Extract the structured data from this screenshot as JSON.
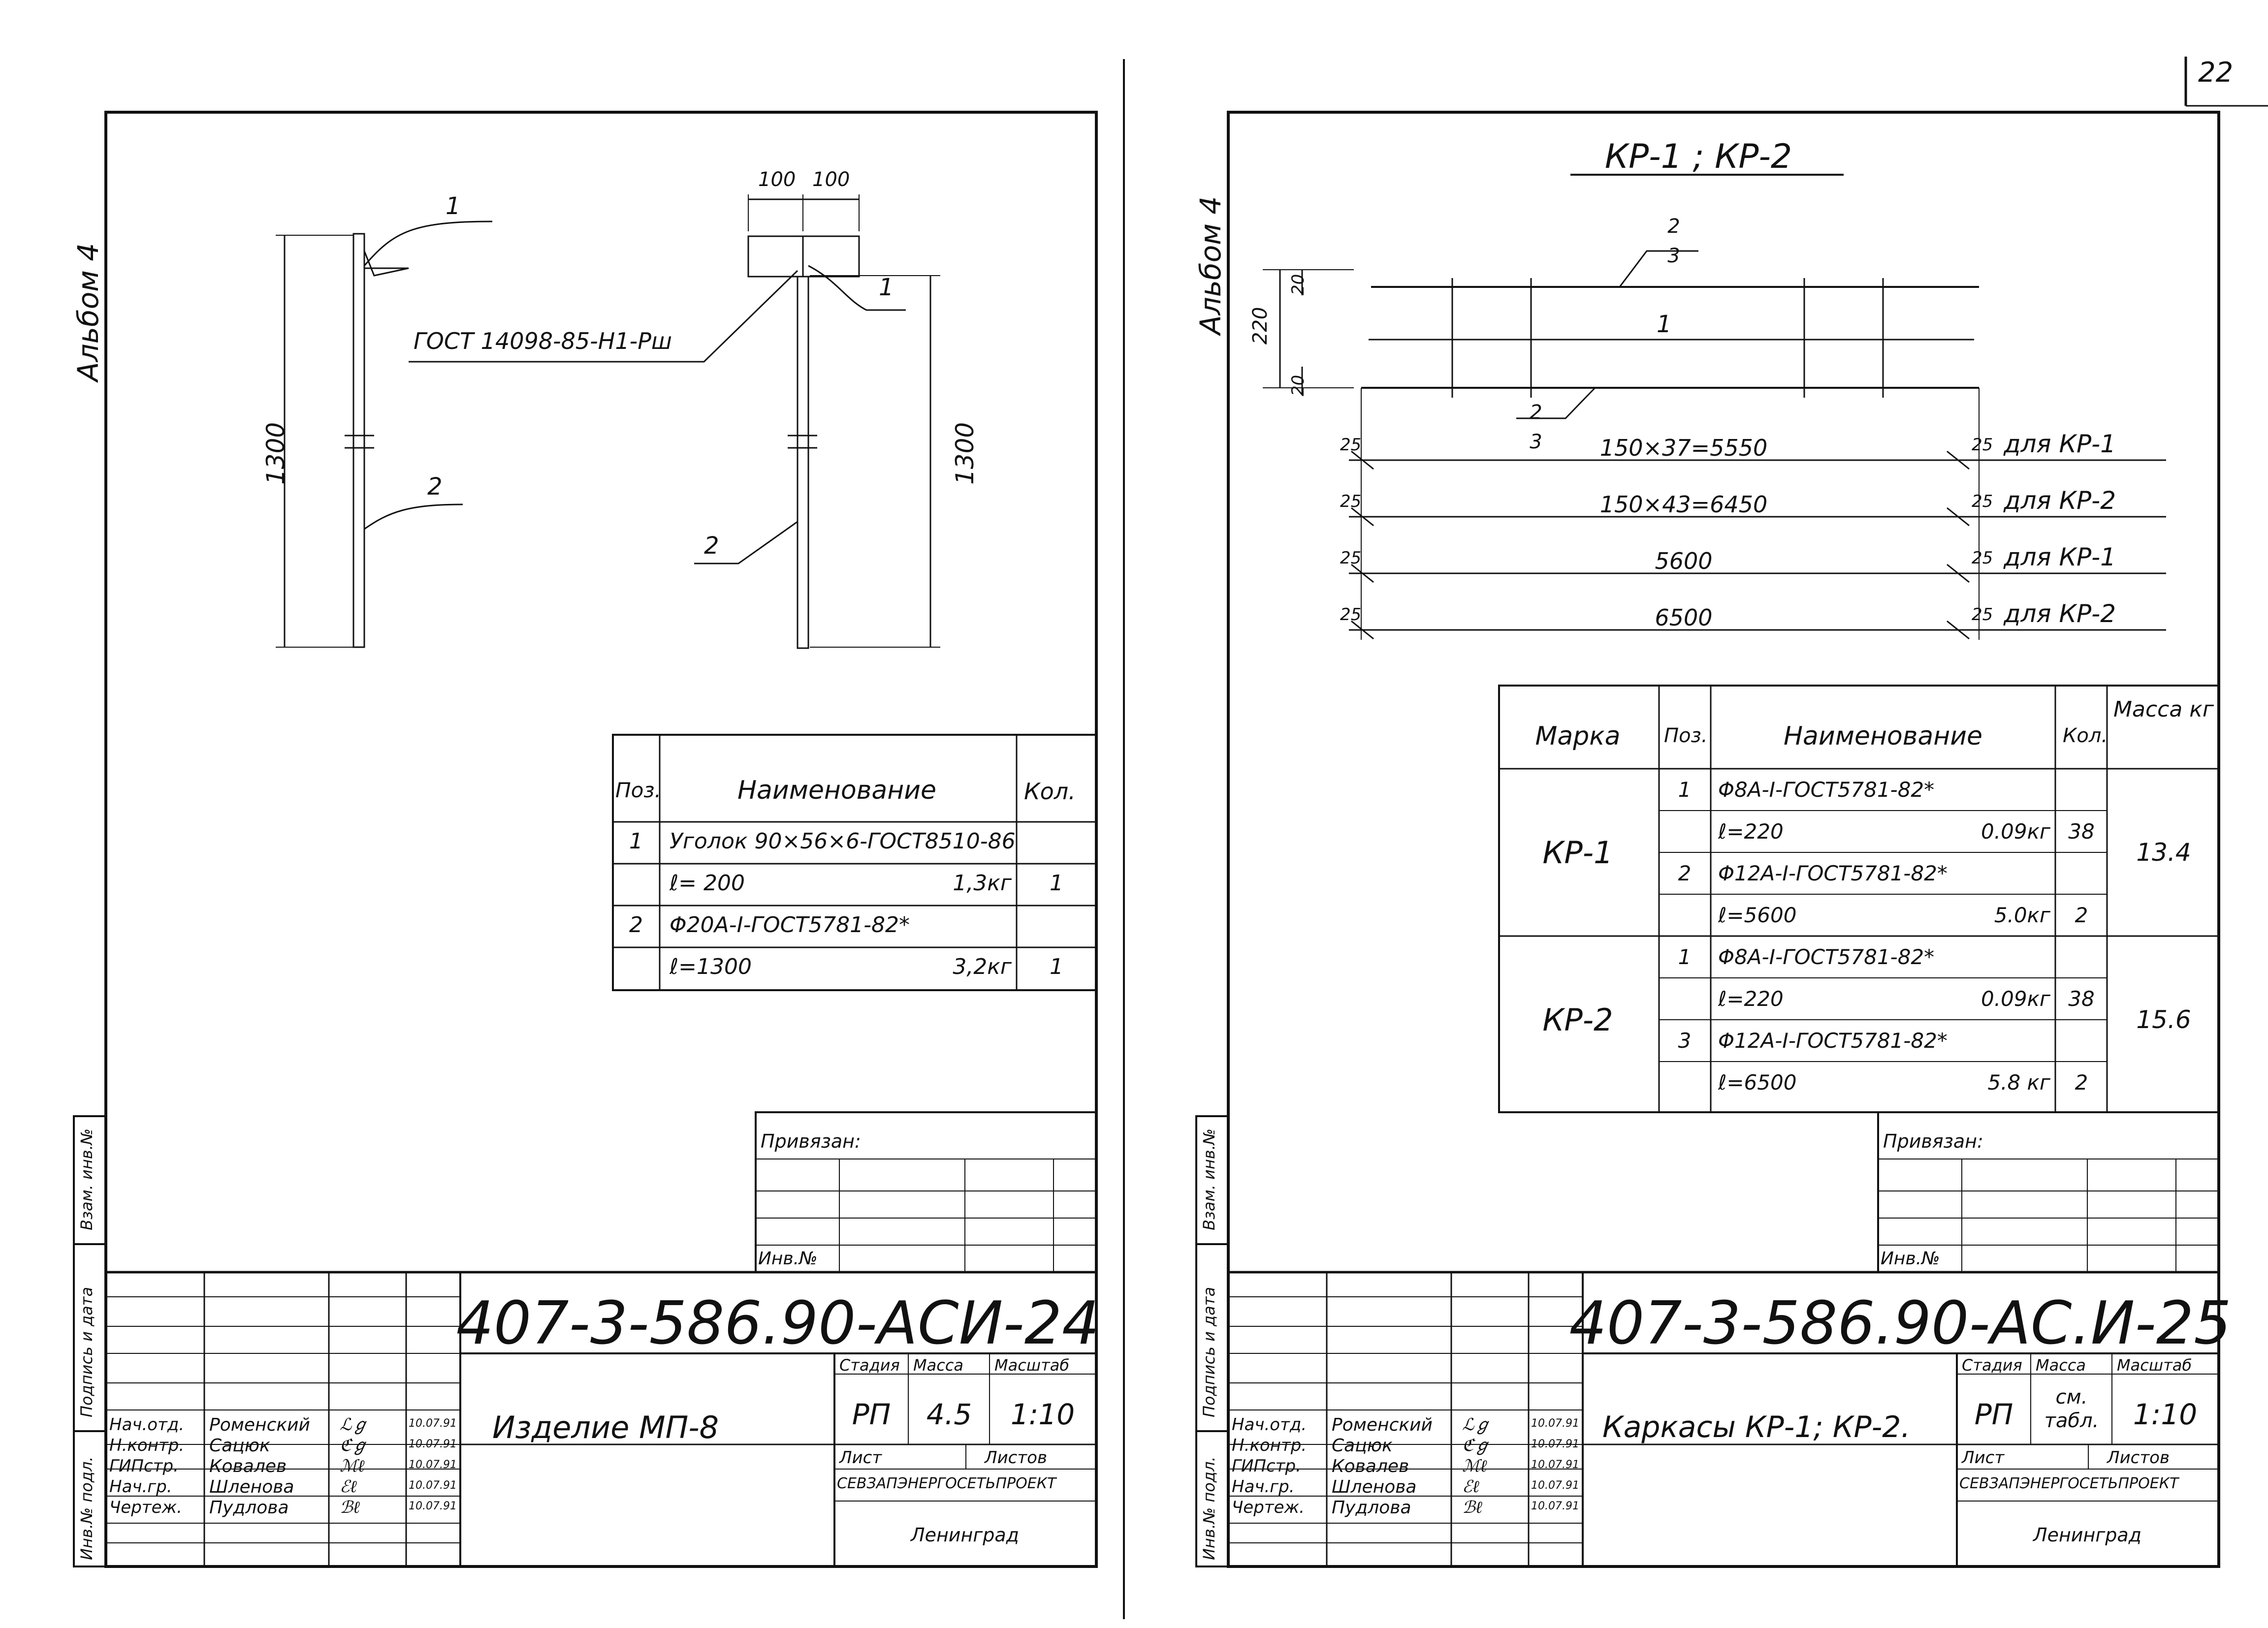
{
  "page_number": "22",
  "left_sheet": {
    "album": "Альбом 4",
    "drawing": {
      "callout_1": "1",
      "callout_2": "2",
      "dim_height": "1300",
      "dim_100a": "100",
      "dim_100b": "100",
      "weld_symbol": "ГОСТ 14098-85-Н1-Рш"
    },
    "spec": {
      "headers": [
        "Поз.",
        "Наименование",
        "Кол."
      ],
      "rows": [
        {
          "pos": "1",
          "name": "Уголок 90×56×6-ГОСТ8510-86",
          "mass": "",
          "qty": ""
        },
        {
          "pos": "",
          "name": "ℓ= 200",
          "mass": "1,3кг",
          "qty": "1"
        },
        {
          "pos": "2",
          "name": "Φ20A-I-ГОСТ5781-82*",
          "mass": "",
          "qty": ""
        },
        {
          "pos": "",
          "name": "ℓ=1300",
          "mass": "3,2кг",
          "qty": "1"
        }
      ]
    },
    "binding": {
      "label": "Привязан:",
      "inv": "Инв.№"
    },
    "side_labels": [
      "Взам. инв.№",
      "Подпись и дата",
      "Инв.№ подл."
    ],
    "title_block": {
      "code": "407-3-586.90-АСИ-24",
      "name": "Изделие МП-8",
      "stage_label": "Стадия",
      "mass_label": "Масса",
      "scale_label": "Масштаб",
      "stage": "РП",
      "mass": "4.5",
      "scale": "1:10",
      "sheet_label": "Лист",
      "sheets_label": "Листов",
      "org": "СЕВЗАПЭНЕРГОСЕТЬПРОЕКТ",
      "city": "Ленинград",
      "people": [
        {
          "role": "Нач.отд.",
          "name": "Роменский",
          "sign": "ℒℊ",
          "date": "10.07.91"
        },
        {
          "role": "Н.контр.",
          "name": "Сацюк",
          "sign": "ℭℊ",
          "date": "10.07.91"
        },
        {
          "role": "ГИПстр.",
          "name": "Ковалев",
          "sign": "ℳℓ",
          "date": "10.07.91"
        },
        {
          "role": "Нач.гр.",
          "name": "Шленова",
          "sign": "ℰℓ",
          "date": "10.07.91"
        },
        {
          "role": "Чертеж.",
          "name": "Пудлова",
          "sign": "ℬℓ",
          "date": "10.07.91"
        }
      ]
    }
  },
  "right_sheet": {
    "album": "Альбом 4",
    "title": "КР-1 ; КР-2",
    "drawing": {
      "dim_220": "220",
      "dim_20a": "20",
      "dim_20b": "20",
      "callout_top_num": "2",
      "callout_top_den": "3",
      "callout_bot_num": "2",
      "callout_bot_den": "3",
      "callout_1": "1",
      "rows": [
        {
          "left": "25",
          "main": "150×37=5550",
          "right": "25",
          "for": "для КР-1"
        },
        {
          "left": "25",
          "main": "150×43=6450",
          "right": "25",
          "for": "для КР-2"
        },
        {
          "left": "25",
          "main": "5600",
          "right": "25",
          "for": "для КР-1"
        },
        {
          "left": "25",
          "main": "6500",
          "right": "25",
          "for": "для КР-2"
        }
      ]
    },
    "spec": {
      "headers": [
        "Марка",
        "Поз.",
        "Наименование",
        "Кол.",
        "Масса кг"
      ],
      "groups": [
        {
          "mark": "КР-1",
          "total": "13.4",
          "rows": [
            {
              "pos": "1",
              "name": "Φ8A-I-ГОСТ5781-82*",
              "mass": "",
              "qty": ""
            },
            {
              "pos": "",
              "name": "ℓ=220",
              "mass": "0.09кг",
              "qty": "38"
            },
            {
              "pos": "2",
              "name": "Φ12A-I-ГОСТ5781-82*",
              "mass": "",
              "qty": ""
            },
            {
              "pos": "",
              "name": "ℓ=5600",
              "mass": "5.0кг",
              "qty": "2"
            }
          ]
        },
        {
          "mark": "КР-2",
          "total": "15.6",
          "rows": [
            {
              "pos": "1",
              "name": "Φ8A-I-ГОСТ5781-82*",
              "mass": "",
              "qty": ""
            },
            {
              "pos": "",
              "name": "ℓ=220",
              "mass": "0.09кг",
              "qty": "38"
            },
            {
              "pos": "3",
              "name": "Φ12A-I-ГОСТ5781-82*",
              "mass": "",
              "qty": ""
            },
            {
              "pos": "",
              "name": "ℓ=6500",
              "mass": "5.8 кг",
              "qty": "2"
            }
          ]
        }
      ]
    },
    "binding": {
      "label": "Привязан:",
      "inv": "Инв.№"
    },
    "side_labels": [
      "Взам. инв.№",
      "Подпись и дата",
      "Инв.№ подл."
    ],
    "title_block": {
      "code": "407-3-586.90-АС.И-25",
      "name": "Каркасы КР-1; КР-2.",
      "stage_label": "Стадия",
      "mass_label": "Масса",
      "scale_label": "Масштаб",
      "stage": "РП",
      "mass": "см. табл.",
      "scale": "1:10",
      "sheet_label": "Лист",
      "sheets_label": "Листов",
      "org": "СЕВЗАПЭНЕРГОСЕТЬПРОЕКТ",
      "city": "Ленинград",
      "people": [
        {
          "role": "Нач.отд.",
          "name": "Роменский",
          "sign": "ℒℊ",
          "date": "10.07.91"
        },
        {
          "role": "Н.контр.",
          "name": "Сацюк",
          "sign": "ℭℊ",
          "date": "10.07.91"
        },
        {
          "role": "ГИПстр.",
          "name": "Ковалев",
          "sign": "ℳℓ",
          "date": "10.07.91"
        },
        {
          "role": "Нач.гр.",
          "name": "Шленова",
          "sign": "ℰℓ",
          "date": "10.07.91"
        },
        {
          "role": "Чертеж.",
          "name": "Пудлова",
          "sign": "ℬℓ",
          "date": "10.07.91"
        }
      ]
    }
  }
}
